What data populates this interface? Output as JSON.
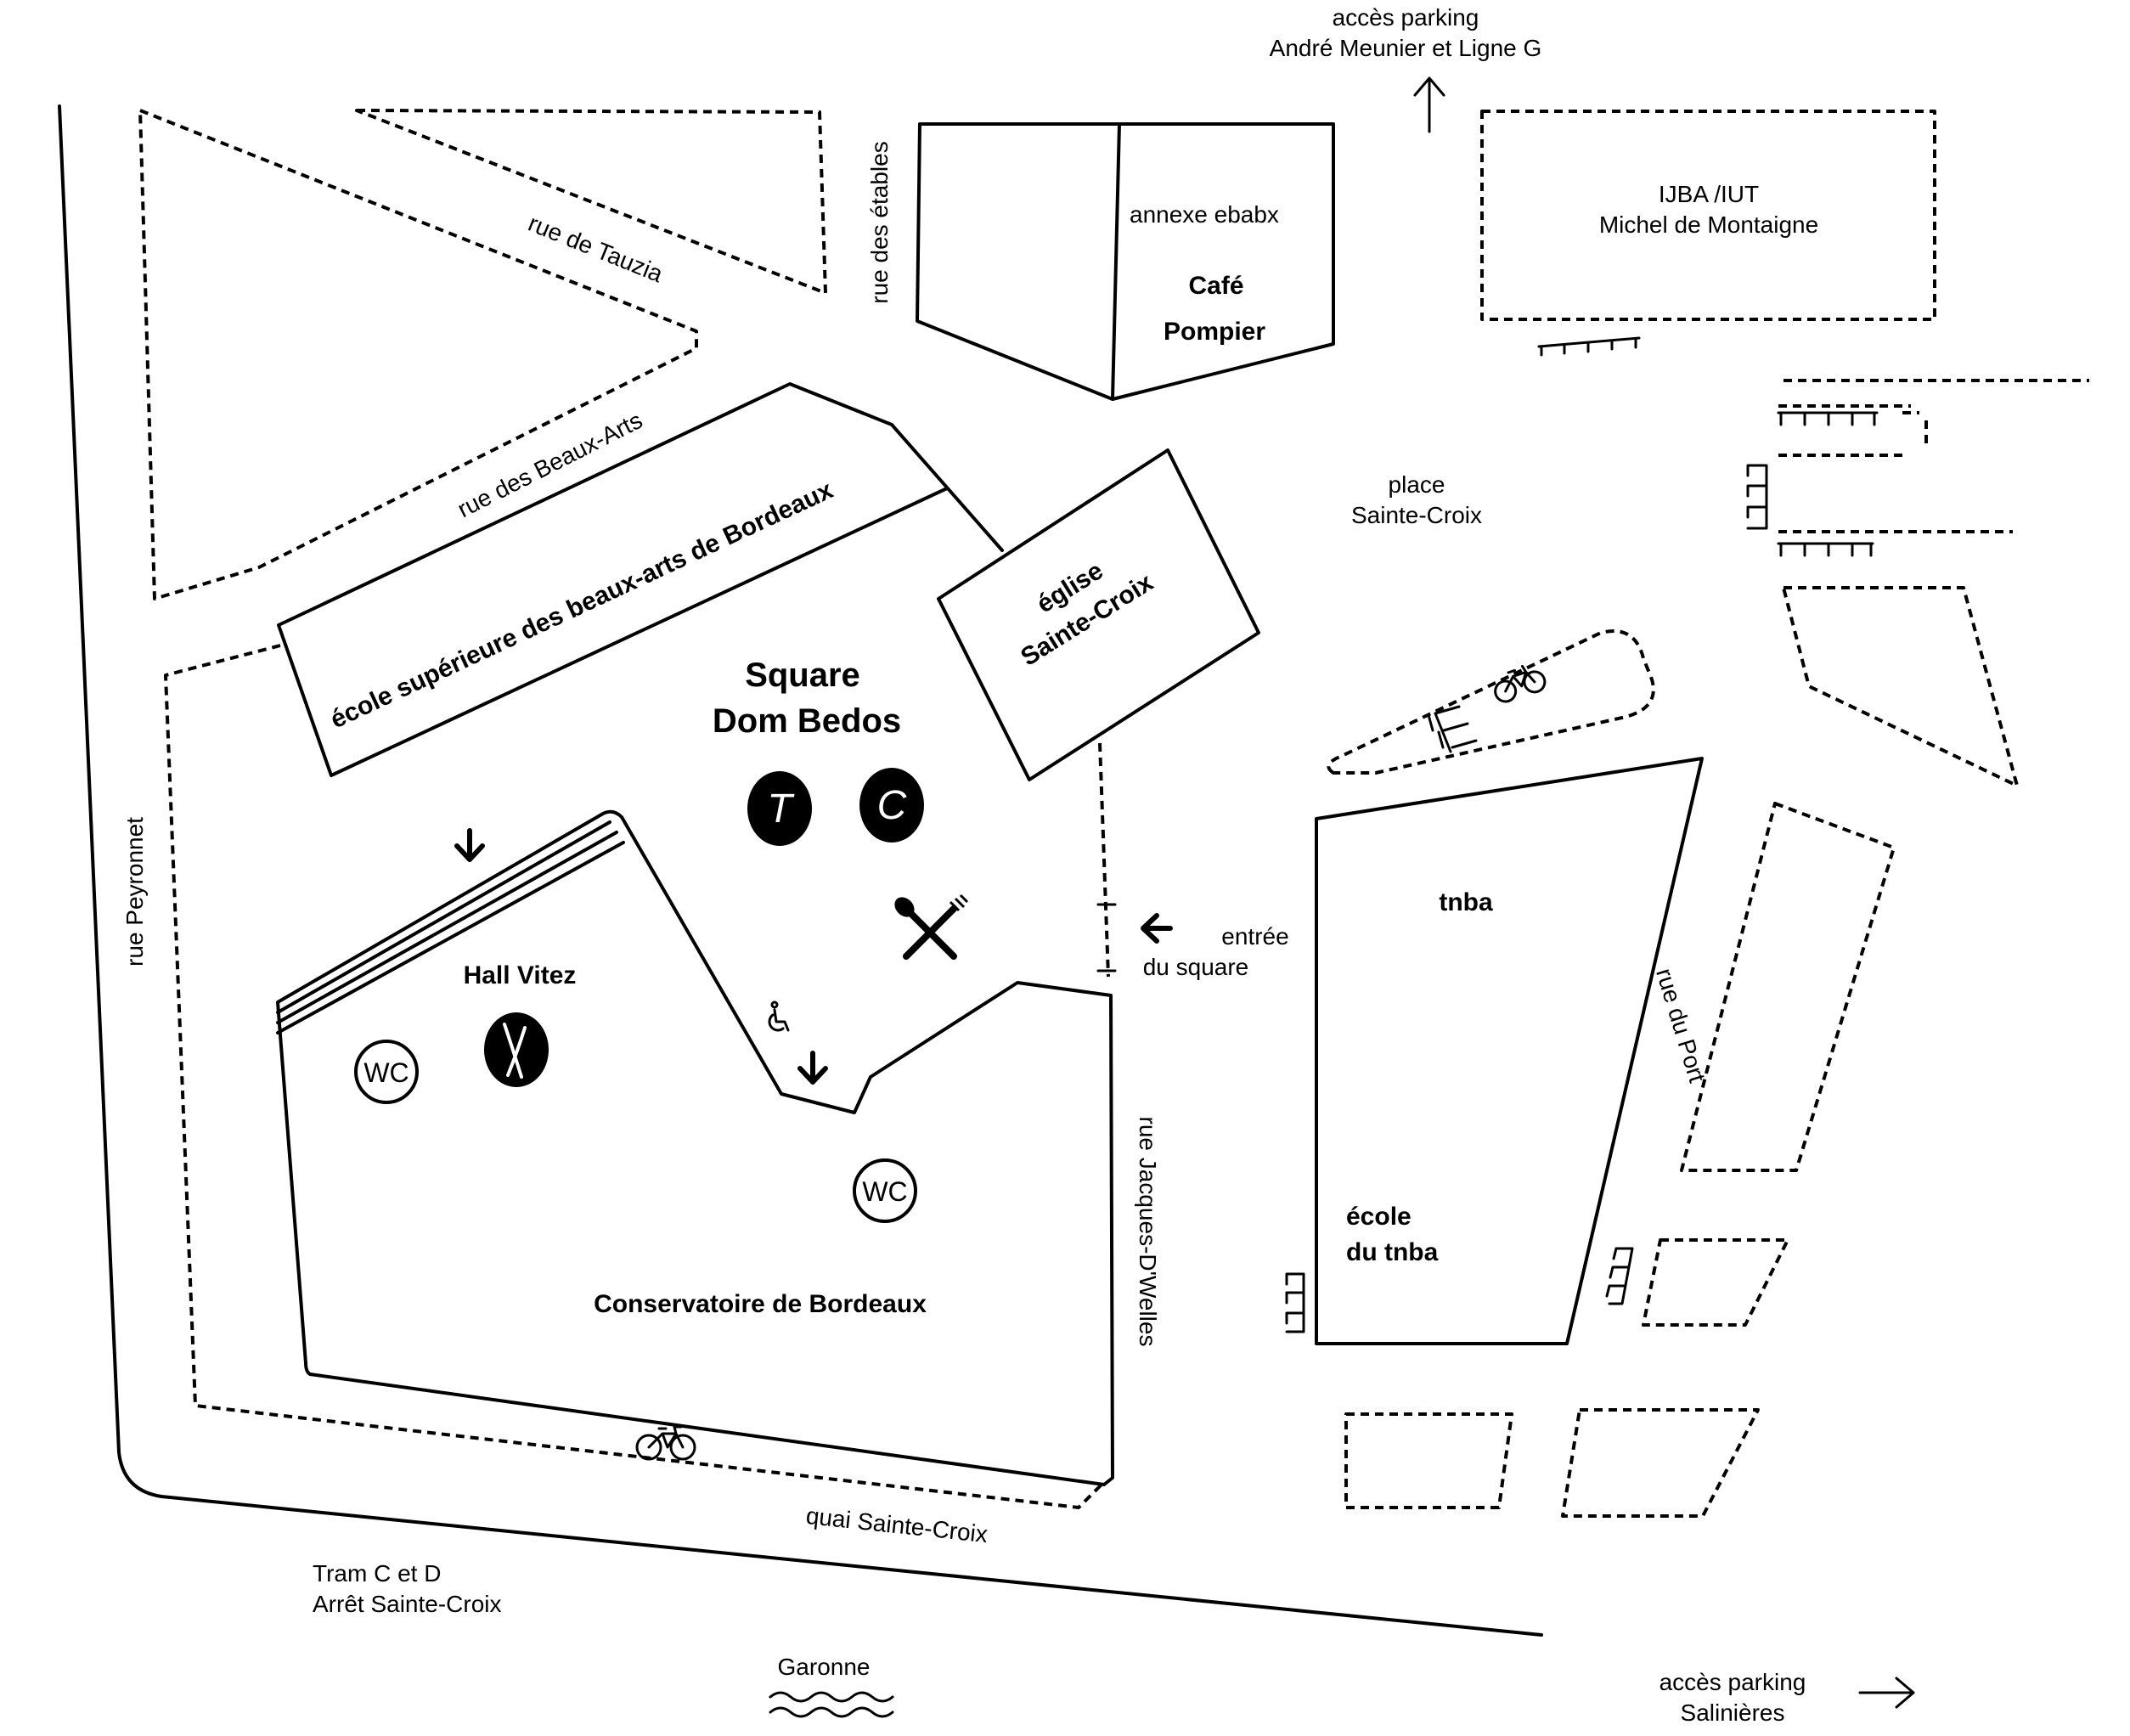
{
  "labels": {
    "parking_top_1": "accès parking",
    "parking_top_2": "André Meunier et Ligne G",
    "rue_tauzia": "rue de Tauzia",
    "rue_etables": "rue des étables",
    "annexe": "annexe ebabx",
    "cafe_1": "Café",
    "cafe_2": "Pompier",
    "ijba_1": "IJBA /IUT",
    "ijba_2": "Michel de Montaigne",
    "rue_beaux_arts": "rue des Beaux-Arts",
    "ecole_beaux_arts": "école supérieure des beaux-arts de Bordeaux",
    "place_1": "place",
    "place_2": "Sainte-Croix",
    "eglise_1": "église",
    "eglise_2": "Sainte-Croix",
    "square_1": "Square",
    "square_2": "Dom Bedos",
    "rue_peyronnet": "rue Peyronnet",
    "tnba": "tnba",
    "entree_1": "entrée",
    "entree_2": "du square",
    "hall_vitez": "Hall Vitez",
    "rue_port": "rue du Port",
    "rue_jacques": "rue Jacques-D'Welles",
    "ecole_tnba_1": "école",
    "ecole_tnba_2": "du tnba",
    "conservatoire": "Conservatoire de Bordeaux",
    "quai": "quai Sainte-Croix",
    "tram_1": "Tram C et D",
    "tram_2": "Arrêt Sainte-Croix",
    "garonne": "Garonne",
    "parking_right_1": "accès parking",
    "parking_right_2": "Salinières"
  },
  "markers": {
    "wc": "WC",
    "circle_t": "T",
    "circle_c": "C"
  },
  "icons": [
    "arrow-up-icon",
    "arrow-right-icon",
    "arrow-left-icon",
    "arrow-down-icon",
    "wheelchair-icon",
    "restaurant-icon",
    "bicycle-icon",
    "no-entry-icon",
    "wc-icon",
    "bike-rack-icon",
    "water-waves-icon"
  ]
}
